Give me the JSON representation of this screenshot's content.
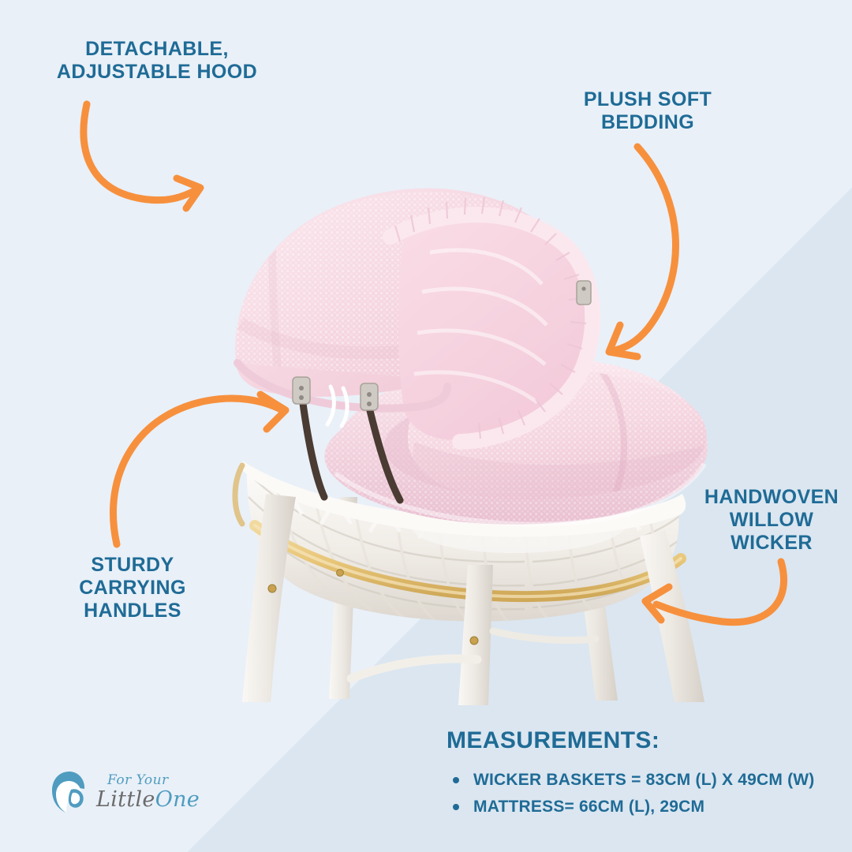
{
  "theme": {
    "bg_light": "#e9f0f8",
    "bg_shade": "#dbe6f0",
    "text_blue": "#1f6b96",
    "arrow_orange": "#f7903d",
    "fabric_pink": "#f4d5dd",
    "wicker_white": "#f3f1ee",
    "willow_band": "#e8c67a",
    "handle_brown": "#4a3b33"
  },
  "callouts": [
    {
      "id": "hood",
      "label": "DETACHABLE,\nADJUSTABLE HOOD"
    },
    {
      "id": "bedding",
      "label": "PLUSH SOFT\nBEDDING"
    },
    {
      "id": "handles",
      "label": "STURDY\nCARRYING\nHANDLES"
    },
    {
      "id": "wicker",
      "label": "HANDWOVEN\nWILLOW\nWICKER"
    }
  ],
  "measurements": {
    "title": "MEASUREMENTS:",
    "items": [
      "WICKER BASKETS = 83CM (L) X 49CM (W)",
      "MATTRESS= 66CM (L), 29CM"
    ]
  },
  "logo": {
    "line1": "For Your",
    "line2_a": "Little",
    "line2_b": "One",
    "mark": "mother-and-baby-icon"
  },
  "product": {
    "name": "white-wicker-moses-basket-with-pink-bedding-and-stand",
    "parts": [
      "pink-waffle-hood",
      "pink-waffle-bedding",
      "white-wicker-basket",
      "natural-willow-band",
      "brown-carrying-handle",
      "white-wooden-rocking-stand"
    ]
  }
}
